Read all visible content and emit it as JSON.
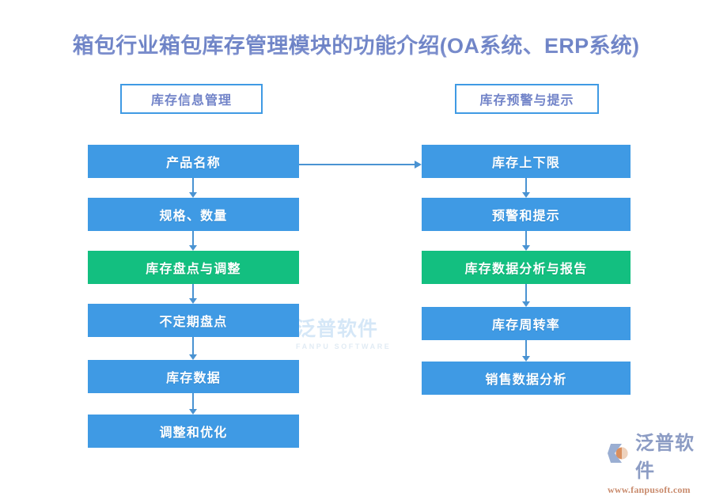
{
  "title": "箱包行业箱包库存管理模块的功能介绍(OA系统、ERP系统)",
  "headers": {
    "left": "库存信息管理",
    "right": "库存预警与提示"
  },
  "colors": {
    "blue": "#3f9ae4",
    "green": "#13bf80",
    "title": "#6f85c9",
    "connector": "#4a93d2",
    "background": "#ffffff"
  },
  "flow": {
    "left_column": [
      {
        "label": "产品名称",
        "color": "blue"
      },
      {
        "label": "规格、数量",
        "color": "blue"
      },
      {
        "label": "库存盘点与调整",
        "color": "green"
      },
      {
        "label": "不定期盘点",
        "color": "blue"
      },
      {
        "label": "库存数据",
        "color": "blue"
      },
      {
        "label": "调整和优化",
        "color": "blue"
      }
    ],
    "right_column": [
      {
        "label": "库存上下限",
        "color": "blue"
      },
      {
        "label": "预警和提示",
        "color": "blue"
      },
      {
        "label": "库存数据分析与报告",
        "color": "green"
      },
      {
        "label": "库存周转率",
        "color": "blue"
      },
      {
        "label": "销售数据分析",
        "color": "blue"
      }
    ]
  },
  "watermark_center": {
    "name": "泛普软件",
    "sub": "FANPU SOFTWARE"
  },
  "watermark_corner": {
    "name": "泛普软件",
    "sub": "www.fanpusoft.com"
  }
}
